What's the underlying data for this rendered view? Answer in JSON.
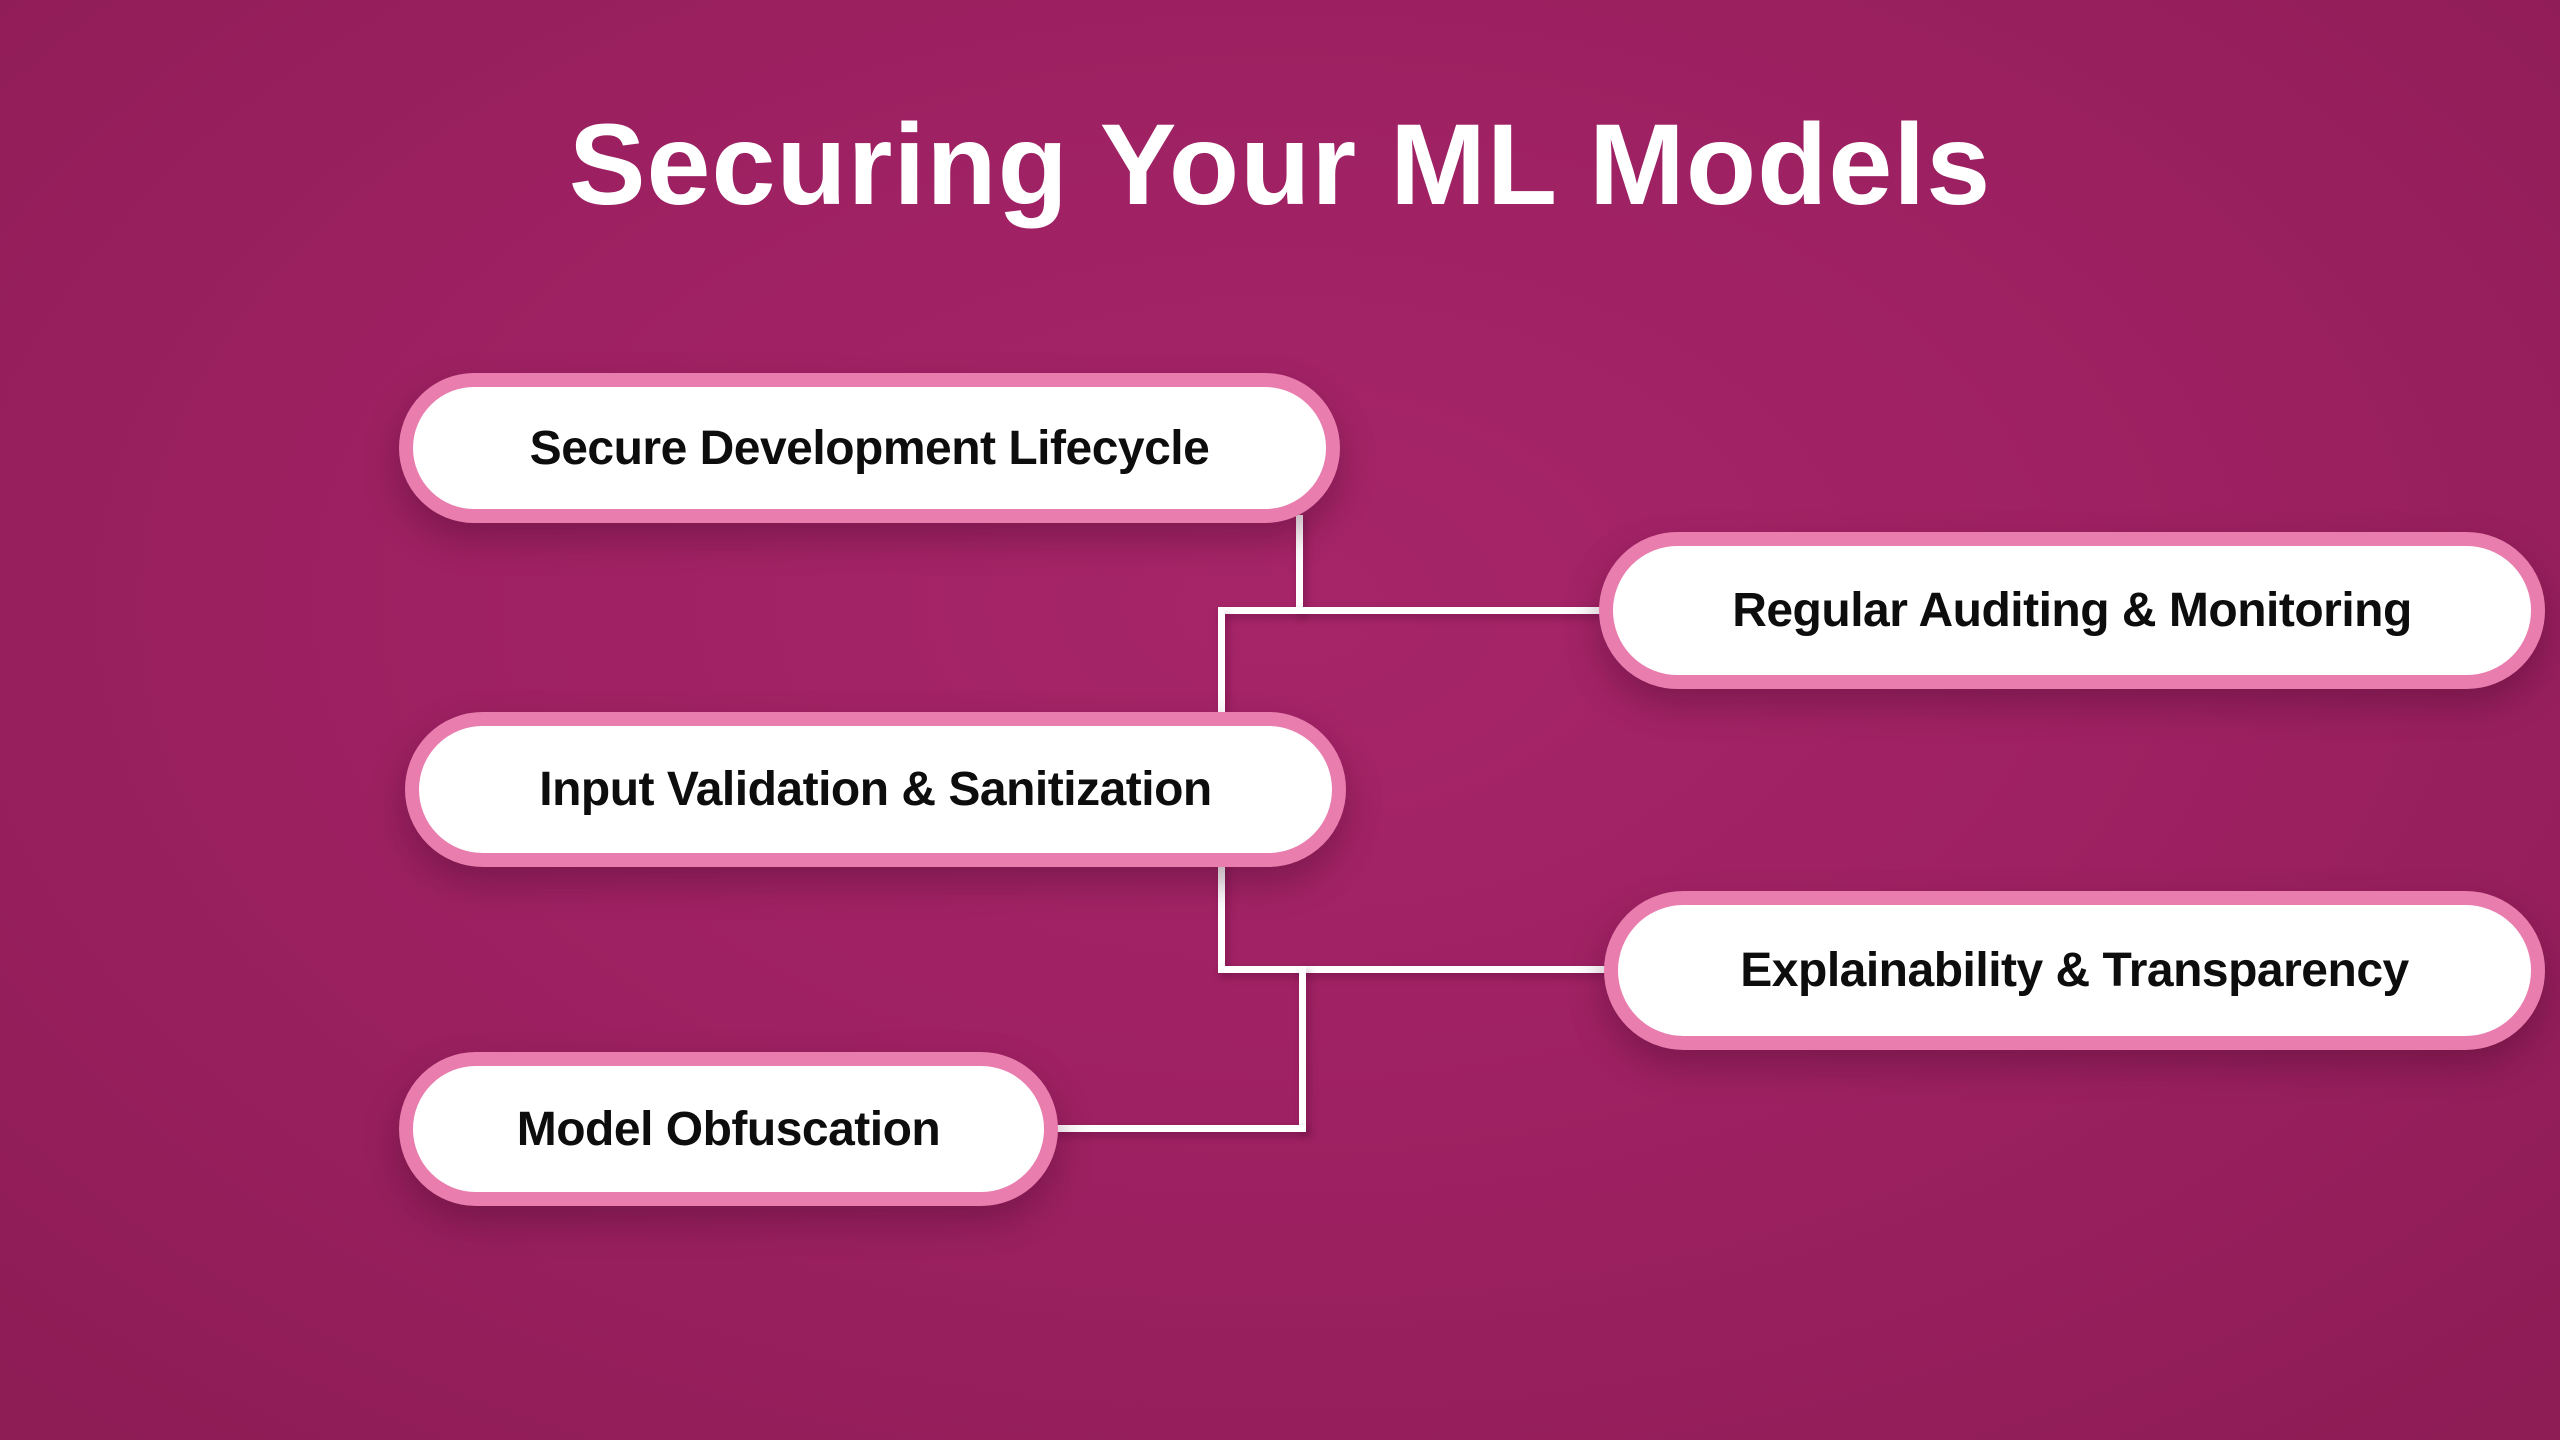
{
  "page": {
    "title": "Securing Your ML Models"
  },
  "colors": {
    "background_center": "#a62569",
    "background_edge": "#8e1c55",
    "node_fill": "#ffffff",
    "node_border_pink": "#e87dae",
    "node_text": "#0d0d0d",
    "title_text": "#ffffff",
    "connector": "#ffffff"
  },
  "diagram": {
    "type": "mindmap-tree",
    "nodes": [
      {
        "id": "secure-development-lifecycle",
        "label": "Secure Development Lifecycle",
        "side": "left"
      },
      {
        "id": "regular-auditing-monitoring",
        "label": "Regular Auditing & Monitoring",
        "side": "right"
      },
      {
        "id": "input-validation-sanitization",
        "label": "Input Validation & Sanitization",
        "side": "left"
      },
      {
        "id": "explainability-transparency",
        "label": "Explainability & Transparency",
        "side": "right"
      },
      {
        "id": "model-obfuscation",
        "label": "Model Obfuscation",
        "side": "left"
      }
    ],
    "connections": [
      "secure-development-lifecycle -> regular-auditing-monitoring",
      "secure-development-lifecycle -> input-validation-sanitization",
      "input-validation-sanitization -> explainability-transparency",
      "input-validation-sanitization -> model-obfuscation"
    ]
  }
}
